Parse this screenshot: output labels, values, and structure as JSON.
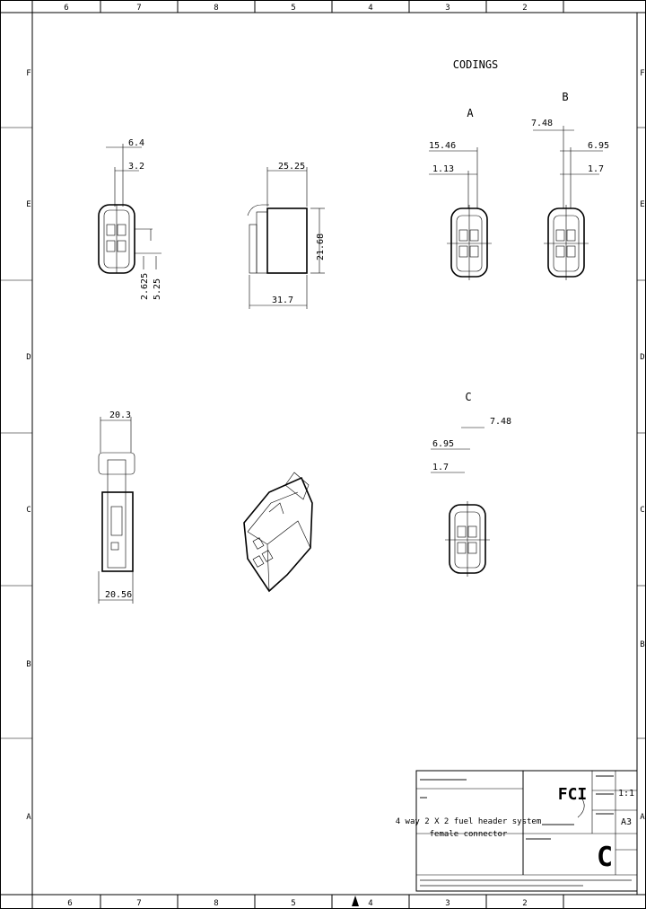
{
  "frame": {
    "top_zones": [
      "6",
      "7",
      "8",
      "5",
      "4",
      "3",
      "2"
    ],
    "bottom_zones": [
      "6",
      "7",
      "8",
      "5",
      "4",
      "3",
      "2"
    ],
    "left_zones": [
      "F",
      "E",
      "D",
      "C",
      "B",
      "A"
    ]
  },
  "codings_title": "CODINGS",
  "views": {
    "a_label": "A",
    "b_label": "B",
    "c_label": "C"
  },
  "dimensions": {
    "front_top_1": "6.4",
    "front_top_2": "3.2",
    "front_vertical_1": "2.625",
    "front_vertical_2": "5.25",
    "side_top": "25.25",
    "side_height": "21.68",
    "side_length": "31.7",
    "coding_a_1": "15.46",
    "coding_a_2": "1.13",
    "coding_b_left": "7.48",
    "coding_b_right_1": "6.95",
    "coding_b_right_2": "1.7",
    "coding_c_1": "7.48",
    "coding_c_2": "6.95",
    "coding_c_3": "1.7",
    "bottom_view_top": "20.3",
    "bottom_view_bottom": "20.56"
  },
  "title_block": {
    "drawing_title_line1": "4 way 2 X 2  fuel header system",
    "drawing_title_line2": "female  connector",
    "brand_logo": "FCI",
    "scale_value": "1:1",
    "size_value": "A3",
    "revision_letter": "C"
  },
  "icons": {
    "orientation_marker": "triangle-up-icon"
  }
}
